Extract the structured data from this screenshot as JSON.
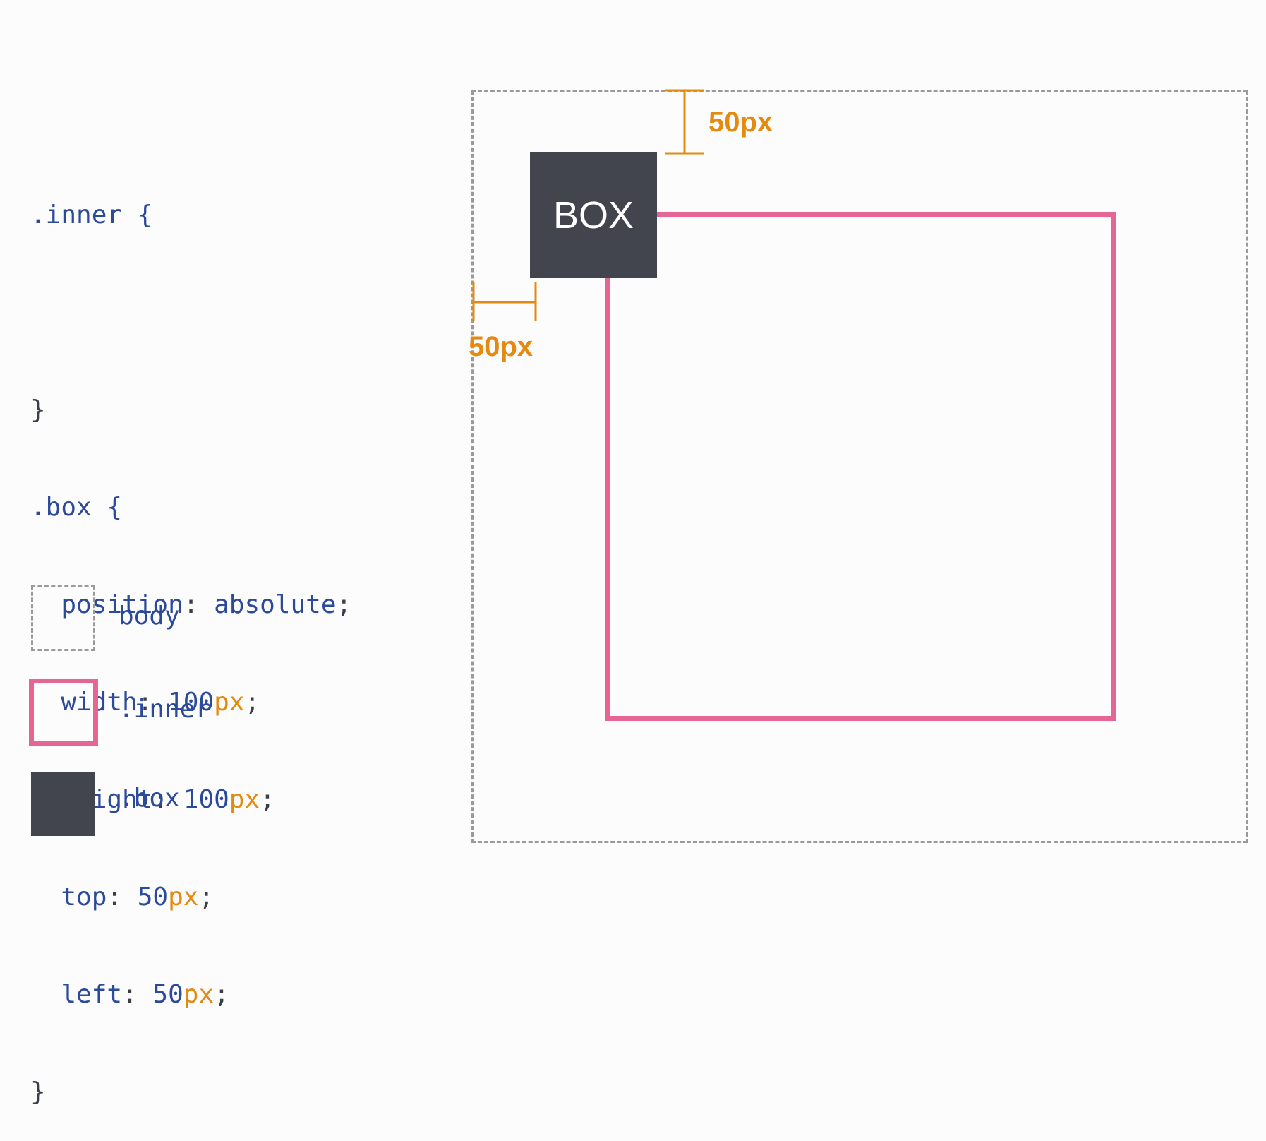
{
  "code": {
    "inner_selector": ".inner {",
    "inner_close": "}",
    "box_selector": ".box {",
    "props": [
      {
        "name": "position",
        "value": "absolute",
        "unit": ""
      },
      {
        "name": "width",
        "value": "100",
        "unit": "px"
      },
      {
        "name": "height",
        "value": "100",
        "unit": "px"
      },
      {
        "name": "top",
        "value": "50",
        "unit": "px"
      },
      {
        "name": "left",
        "value": "50",
        "unit": "px"
      }
    ],
    "box_close": "}"
  },
  "diagram": {
    "box_label": "BOX",
    "top_offset_label": "50px",
    "left_offset_label": "50px"
  },
  "legend": {
    "body_label": "body",
    "inner_label": ".inner",
    "box_label": ".box"
  },
  "colors": {
    "inner_border": "#e56694",
    "box_fill": "#42444e",
    "measure": "#e58a10",
    "code_text": "#2b4a9a",
    "body_border": "#9a9a9a"
  }
}
